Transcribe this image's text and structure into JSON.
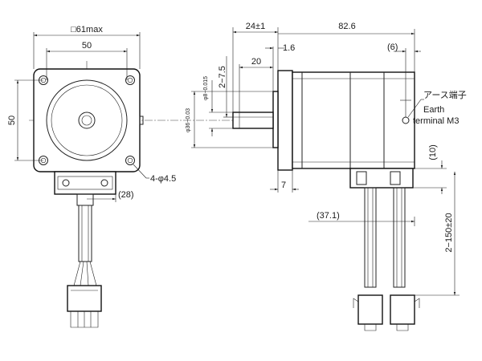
{
  "front_view": {
    "flange_max": "□61max",
    "hole_pitch_h": "50",
    "hole_pitch_v": "50",
    "mount_holes": "4-φ4.5",
    "cable_offset": "(28)"
  },
  "side_view": {
    "shaft_projection": "24±1",
    "body_length": "82.6",
    "pilot_depth": "1.6",
    "terminal_offset": "(6)",
    "flat_length": "20",
    "flat_offset": "2−7.5",
    "shaft_dia": "φ8−0.015",
    "pilot_dia": "φ36−0.03",
    "flange_thickness": "7",
    "connector_height": "(10)",
    "connector_offset": "(37.1)",
    "lead_length": "2−150±20",
    "earth_label_jp": "アース端子",
    "earth_label_1": "Earth",
    "earth_label_2": "terminal M3"
  }
}
